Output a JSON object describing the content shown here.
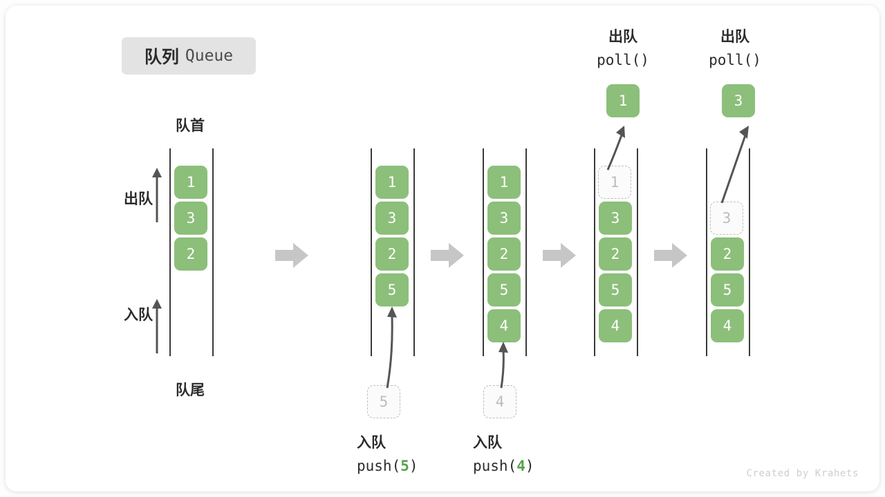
{
  "title": {
    "cn": "队列",
    "en": "Queue"
  },
  "labels": {
    "front": "队首",
    "tail": "队尾",
    "dequeue": "出队",
    "enqueue": "入队"
  },
  "watermark": "Created by Krahets",
  "colors": {
    "element_green": "#8cbf7a",
    "ghost_border": "#bdbdbd",
    "ghost_text": "#bcbcbc",
    "rail": "#3a3a3a",
    "arrow_gray": "#c6c6c6",
    "text": "#2b2b2b",
    "badge_bg": "#e3e3e3",
    "accent_arg": "#56a14a"
  },
  "steps": [
    {
      "name": "initial",
      "slots": [
        {
          "value": "1",
          "state": "filled"
        },
        {
          "value": "3",
          "state": "filled"
        },
        {
          "value": "2",
          "state": "filled"
        }
      ]
    },
    {
      "name": "after-push-5",
      "slots": [
        {
          "value": "1",
          "state": "filled"
        },
        {
          "value": "3",
          "state": "filled"
        },
        {
          "value": "2",
          "state": "filled"
        },
        {
          "value": "5",
          "state": "filled"
        }
      ],
      "incoming": {
        "value": "5",
        "state": "ghost"
      },
      "caption": {
        "cn": "入队",
        "fn": "push(",
        "arg": "5",
        "close": ")"
      }
    },
    {
      "name": "after-push-4",
      "slots": [
        {
          "value": "1",
          "state": "filled"
        },
        {
          "value": "3",
          "state": "filled"
        },
        {
          "value": "2",
          "state": "filled"
        },
        {
          "value": "5",
          "state": "filled"
        },
        {
          "value": "4",
          "state": "filled"
        }
      ],
      "incoming": {
        "value": "4",
        "state": "ghost"
      },
      "caption": {
        "cn": "入队",
        "fn": "push(",
        "arg": "4",
        "close": ")"
      }
    },
    {
      "name": "after-poll-1",
      "slots": [
        {
          "value": "1",
          "state": "ghost"
        },
        {
          "value": "3",
          "state": "filled"
        },
        {
          "value": "2",
          "state": "filled"
        },
        {
          "value": "5",
          "state": "filled"
        },
        {
          "value": "4",
          "state": "filled"
        }
      ],
      "popped": "1",
      "caption": {
        "cn": "出队",
        "fn": "poll()"
      }
    },
    {
      "name": "after-poll-3",
      "slots": [
        {
          "value": "",
          "state": "invisible"
        },
        {
          "value": "3",
          "state": "ghost"
        },
        {
          "value": "2",
          "state": "filled"
        },
        {
          "value": "5",
          "state": "filled"
        },
        {
          "value": "4",
          "state": "filled"
        }
      ],
      "popped": "3",
      "caption": {
        "cn": "出队",
        "fn": "poll()"
      }
    }
  ]
}
